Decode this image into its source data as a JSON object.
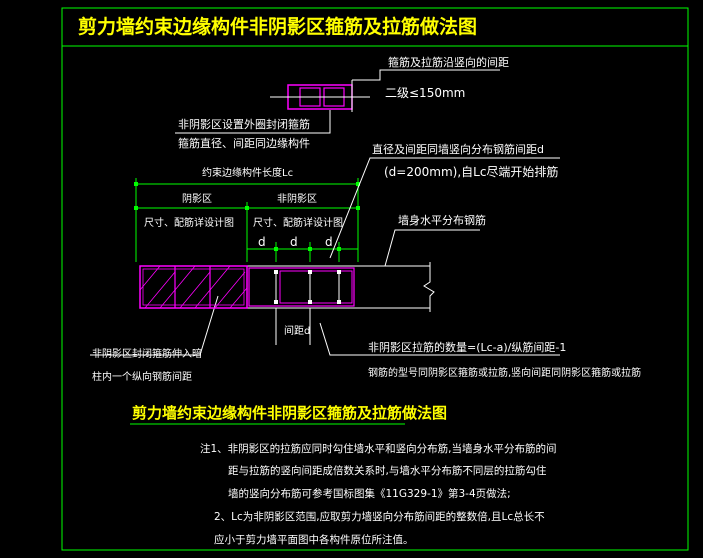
{
  "title": "剪力墙约束边缘构件非阴影区箍筋及拉筋做法图",
  "labels": {
    "top_spacing": "箍筋及拉筋沿竖向的间距",
    "grade": "二级≤150mm",
    "outer_hoop_1": "非阴影区设置外圈封闭箍筋",
    "outer_hoop_2": "箍筋直径、间距同边缘构件",
    "length_lc": "约束边缘构件长度Lc",
    "shadow": "阴影区",
    "non_shadow": "非阴影区",
    "size_shadow": "尺寸、配筋详设计图",
    "size_non_shadow": "尺寸、配筋详设计图",
    "d1": "d",
    "d2": "d",
    "d3": "d",
    "dist_1": "直径及间距同墙竖向分布钢筋间距d",
    "dist_2": "(d=200mm),自Lc尽端开始排筋",
    "horiz_bar": "墙身水平分布钢筋",
    "spacing_d": "间距d",
    "closed_hoop_1": "非阴影区封闭箍筋伸入暗",
    "closed_hoop_2": "柱内一个纵向钢筋间距",
    "tie_count": "非阴影区拉筋的数量=(Lc-a)/纵筋间距-1",
    "tie_type": "钢筋的型号同阴影区箍筋或拉筋,竖向间距同阴影区箍筋或拉筋",
    "subtitle": "剪力墙约束边缘构件非阴影区箍筋及拉筋做法图"
  },
  "notes": [
    "注1、非阴影区的拉筋应同时勾住墙水平和竖向分布筋,当墙身水平分布筋的间",
    "距与拉筋的竖向间距成倍数关系时,与墙水平分布筋不同层的拉筋勾住",
    "墙的竖向分布筋可参考国标图集《11G329-1》第3-4页做法;",
    "2、Lc为非阴影区范围,应取剪力墙竖向分布筋间距的整数倍,且Lc总长不",
    "应小于剪力墙平面图中各构件原位所注值。"
  ],
  "colors": {
    "frame": "#00ff00",
    "title": "#ffff00",
    "text": "#ffffff",
    "hoop": "#ff00ff",
    "bar": "#ffffff"
  }
}
